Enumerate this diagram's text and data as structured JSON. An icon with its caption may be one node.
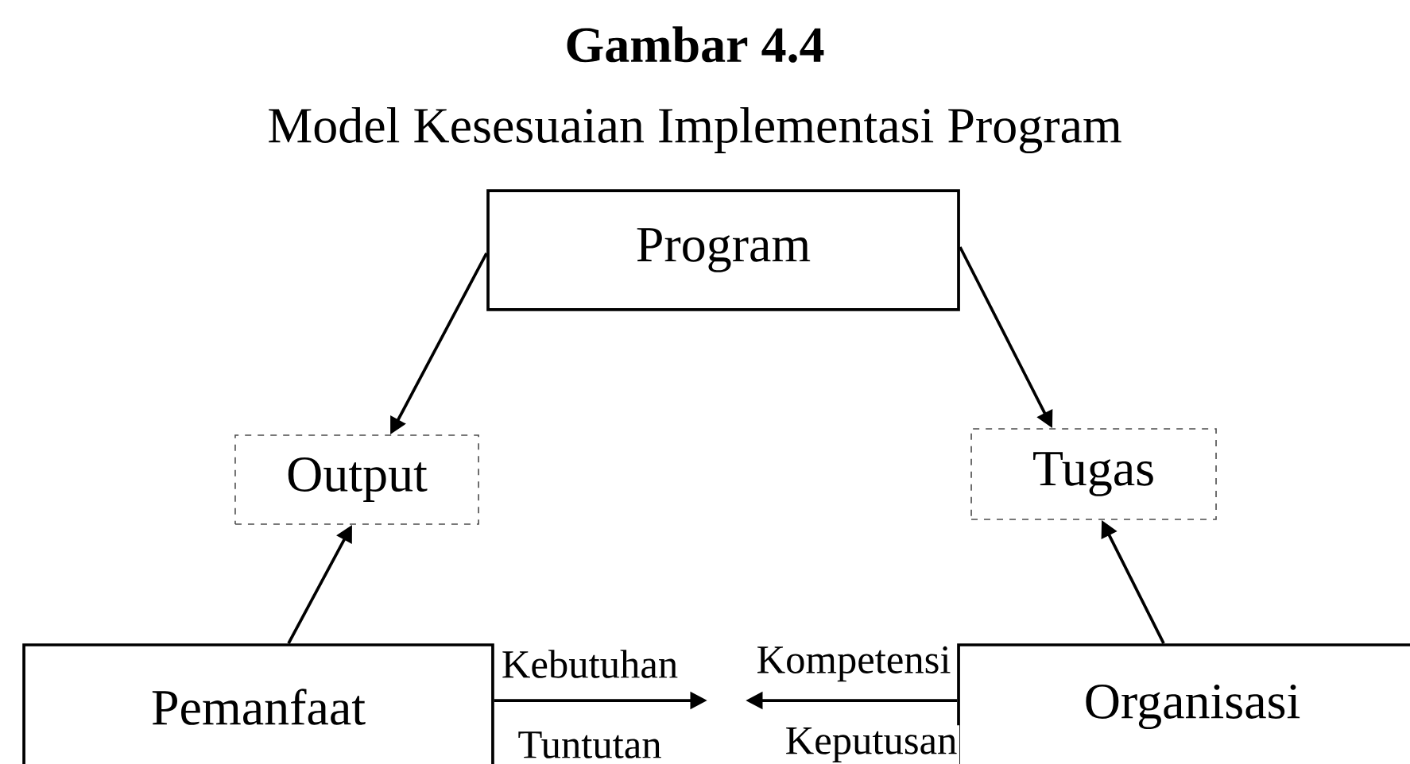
{
  "diagram": {
    "title": "Gambar 4.4",
    "caption": "Model Kesesuaian Implementasi Program",
    "nodes": [
      {
        "text": [
          "Program"
        ]
      },
      {
        "text": [
          "Output"
        ]
      },
      {
        "text": [
          "Tugas"
        ]
      },
      {
        "text": [
          "Pemanfaat"
        ]
      },
      {
        "text": [
          "Organisasi"
        ]
      }
    ],
    "edges": [
      {
        "from": 0,
        "to": 1,
        "arrow": "to"
      },
      {
        "from": 0,
        "to": 2,
        "arrow": "to"
      },
      {
        "from": 3,
        "to": 1,
        "arrow": "to"
      },
      {
        "from": 4,
        "to": 2,
        "arrow": "to"
      },
      {
        "from": 3,
        "to": null,
        "arrow": "to",
        "label": "Kebutuhan"
      },
      {
        "from": 4,
        "to": null,
        "arrow": "to",
        "label": "Kompetensi"
      }
    ],
    "labels": [
      "Tuntutan",
      "Keputusan"
    ]
  }
}
